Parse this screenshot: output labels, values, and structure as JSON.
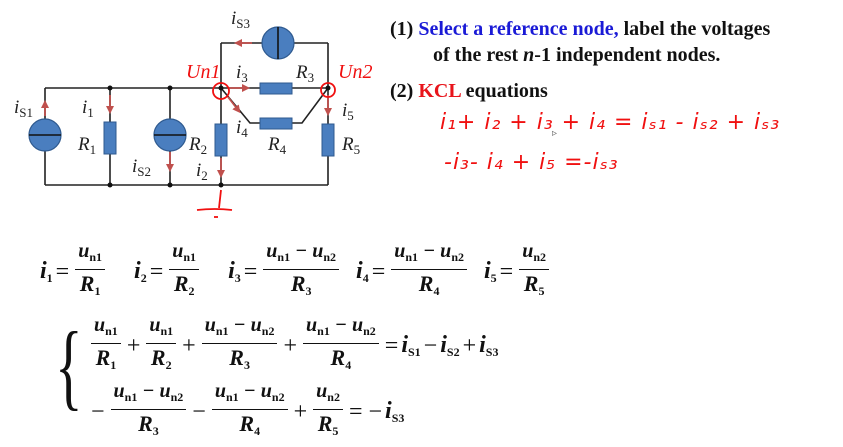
{
  "circuit": {
    "labels": {
      "iS1": "i",
      "iS1_sub": "S1",
      "i1": "i",
      "i1_sub": "1",
      "R1": "R",
      "R1_sub": "1",
      "iS2": "i",
      "iS2_sub": "S2",
      "R2": "R",
      "R2_sub": "2",
      "i2": "i",
      "i2_sub": "2",
      "iS3": "i",
      "iS3_sub": "S3",
      "i3": "i",
      "i3_sub": "3",
      "R3": "R",
      "R3_sub": "3",
      "i4": "i",
      "i4_sub": "4",
      "R4": "R",
      "R4_sub": "4",
      "i5": "i",
      "i5_sub": "5",
      "R5": "R",
      "R5_sub": "5"
    },
    "annotations": {
      "node1": "Un1",
      "node2": "Un2"
    },
    "colors": {
      "source_fill": "#4a7ebf",
      "arrow": "#c0504d",
      "annotation": "#f01010"
    }
  },
  "steps": {
    "step1_num": "(1)",
    "step1_highlight": "Select a reference node,",
    "step1_rest": "label the voltages",
    "step1_line2_a": "of the rest",
    "step1_line2_n": "n",
    "step1_line2_b": "-1 independent nodes.",
    "step2_num": "(2)",
    "step2_highlight": "KCL",
    "step2_rest": "equations"
  },
  "handwritten": {
    "eq1": "i₁+ i₂ + i₃ + i₄ = iₛ₁ - iₛ₂ + iₛ₃",
    "eq2": "-i₃- i₄ + i₅  =-iₛ₃"
  },
  "branch_currents": [
    {
      "lhs": "i",
      "lhs_sub": "1",
      "num": "u",
      "num_sub": "n1",
      "num_rest": "",
      "num_rest_sub": "",
      "den": "R",
      "den_sub": "1"
    },
    {
      "lhs": "i",
      "lhs_sub": "2",
      "num": "u",
      "num_sub": "n1",
      "num_rest": "",
      "num_rest_sub": "",
      "den": "R",
      "den_sub": "2"
    },
    {
      "lhs": "i",
      "lhs_sub": "3",
      "num": "u",
      "num_sub": "n1",
      "num_rest": " − u",
      "num_rest_sub": "n2",
      "den": "R",
      "den_sub": "3"
    },
    {
      "lhs": "i",
      "lhs_sub": "4",
      "num": "u",
      "num_sub": "n1",
      "num_rest": " − u",
      "num_rest_sub": "n2",
      "den": "R",
      "den_sub": "4"
    },
    {
      "lhs": "i",
      "lhs_sub": "5",
      "num": "u",
      "num_sub": "n2",
      "num_rest": "",
      "num_rest_sub": "",
      "den": "R",
      "den_sub": "5"
    }
  ],
  "system": {
    "eq1": {
      "terms": [
        {
          "sign": "",
          "num": "u",
          "num_sub": "n1",
          "num_rest": "",
          "num_rest_sub": "",
          "den": "R",
          "den_sub": "1"
        },
        {
          "sign": "+",
          "num": "u",
          "num_sub": "n1",
          "num_rest": "",
          "num_rest_sub": "",
          "den": "R",
          "den_sub": "2"
        },
        {
          "sign": "+",
          "num": "u",
          "num_sub": "n1",
          "num_rest": " − u",
          "num_rest_sub": "n2",
          "den": "R",
          "den_sub": "3"
        },
        {
          "sign": "+",
          "num": "u",
          "num_sub": "n1",
          "num_rest": " − u",
          "num_rest_sub": "n2",
          "den": "R",
          "den_sub": "4"
        }
      ],
      "rhs": [
        {
          "sign": "=",
          "sym": "i",
          "sub": "S1"
        },
        {
          "sign": "−",
          "sym": "i",
          "sub": "S2"
        },
        {
          "sign": "+",
          "sym": "i",
          "sub": "S3"
        }
      ]
    },
    "eq2": {
      "terms": [
        {
          "sign": "−",
          "num": "u",
          "num_sub": "n1",
          "num_rest": " − u",
          "num_rest_sub": "n2",
          "den": "R",
          "den_sub": "3"
        },
        {
          "sign": "−",
          "num": "u",
          "num_sub": "n1",
          "num_rest": " − u",
          "num_rest_sub": "n2",
          "den": "R",
          "den_sub": "4"
        },
        {
          "sign": "+",
          "num": "u",
          "num_sub": "n2",
          "num_rest": "",
          "num_rest_sub": "",
          "den": "R",
          "den_sub": "5"
        }
      ],
      "rhs": [
        {
          "sign": "= −",
          "sym": "i",
          "sub": "S3"
        }
      ]
    },
    "brace": "{"
  }
}
